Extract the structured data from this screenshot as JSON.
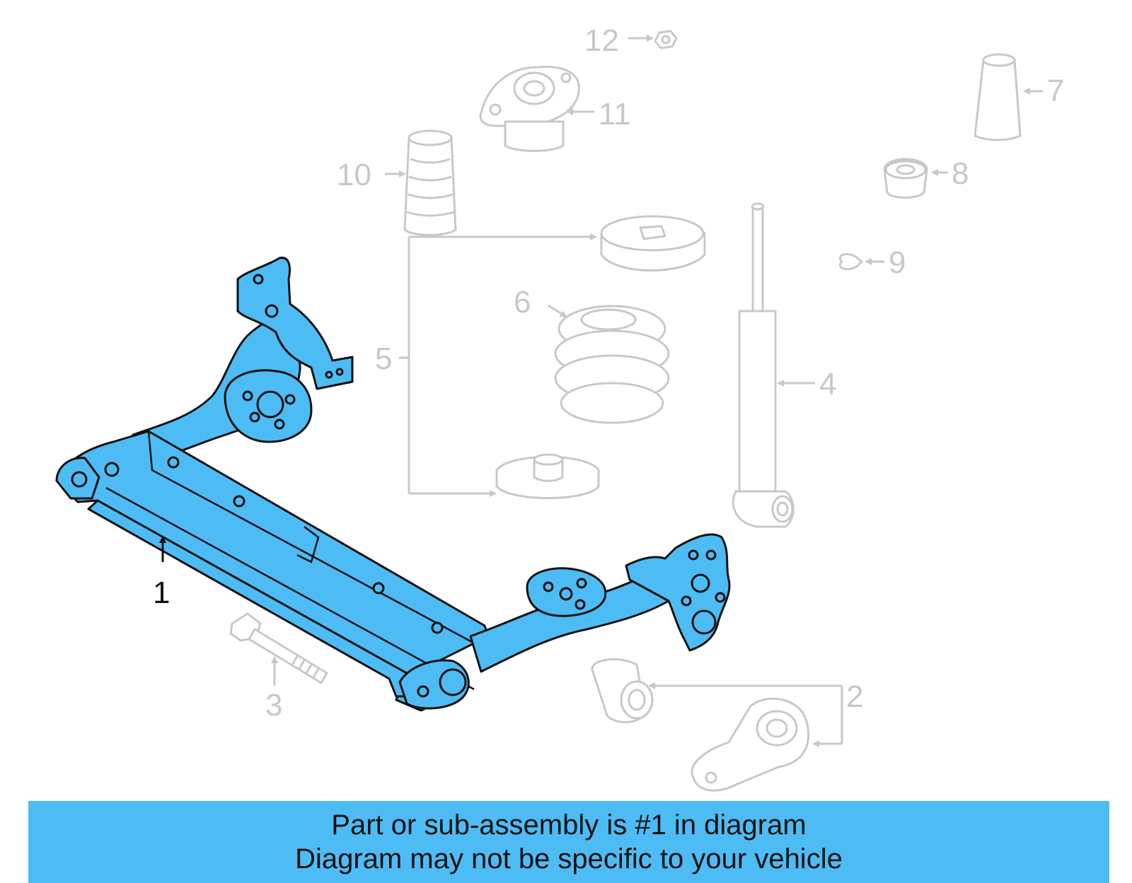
{
  "colors": {
    "highlight": "#4dbcf5",
    "faded_part": "#c8c8c8",
    "outline": "#111111"
  },
  "callouts": {
    "c1": "1",
    "c2": "2",
    "c3": "3",
    "c4": "4",
    "c5": "5",
    "c6": "6",
    "c7": "7",
    "c8": "8",
    "c9": "9",
    "c10": "10",
    "c11": "11",
    "c12": "12"
  },
  "banner": {
    "line1": "Part or sub-assembly is #1 in diagram",
    "line2": "Diagram may not be specific to your vehicle"
  }
}
